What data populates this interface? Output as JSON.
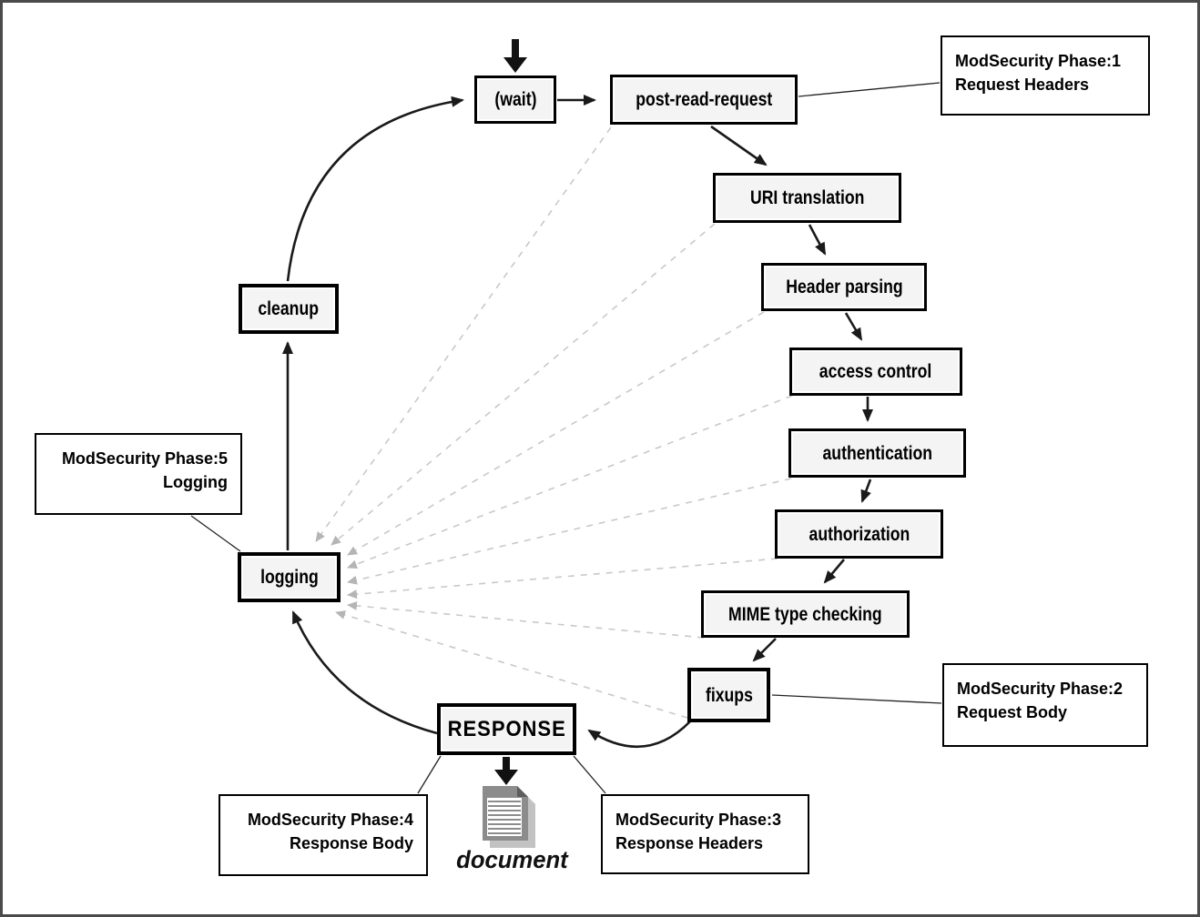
{
  "diagram": {
    "nodes": {
      "wait": {
        "label": "(wait)"
      },
      "post_read": {
        "label": "post-read-request"
      },
      "uri_translation": {
        "label": "URI translation"
      },
      "header_parsing": {
        "label": "Header parsing"
      },
      "access_control": {
        "label": "access control"
      },
      "authentication": {
        "label": "authentication"
      },
      "authorization": {
        "label": "authorization"
      },
      "mime_checking": {
        "label": "MIME type checking"
      },
      "fixups": {
        "label": "fixups"
      },
      "response": {
        "label": "RESPONSE"
      },
      "logging": {
        "label": "logging"
      },
      "cleanup": {
        "label": "cleanup"
      }
    },
    "annotations": {
      "phase1": {
        "line1": "ModSecurity Phase:1",
        "line2": "Request Headers",
        "align": "left",
        "attached_to": "post_read"
      },
      "phase2": {
        "line1": "ModSecurity Phase:2",
        "line2": "Request Body",
        "align": "left",
        "attached_to": "fixups"
      },
      "phase3": {
        "line1": "ModSecurity Phase:3",
        "line2": "Response Headers",
        "align": "left",
        "attached_to": "response"
      },
      "phase4": {
        "line1": "ModSecurity Phase:4",
        "line2": "Response Body",
        "align": "right",
        "attached_to": "response"
      },
      "phase5": {
        "line1": "ModSecurity Phase:5",
        "line2": "Logging",
        "align": "right",
        "attached_to": "logging"
      }
    },
    "document_label": "document",
    "icons": {
      "document": "document-icon",
      "entry_arrow": "down-arrow-icon",
      "output_arrow": "down-arrow-icon"
    },
    "edges": {
      "solid_cycle": [
        {
          "from": "entry",
          "to": "wait"
        },
        {
          "from": "wait",
          "to": "post_read"
        },
        {
          "from": "post_read",
          "to": "uri_translation"
        },
        {
          "from": "uri_translation",
          "to": "header_parsing"
        },
        {
          "from": "header_parsing",
          "to": "access_control"
        },
        {
          "from": "access_control",
          "to": "authentication"
        },
        {
          "from": "authentication",
          "to": "authorization"
        },
        {
          "from": "authorization",
          "to": "mime_checking"
        },
        {
          "from": "mime_checking",
          "to": "fixups"
        },
        {
          "from": "fixups",
          "to": "response"
        },
        {
          "from": "response",
          "to": "logging"
        },
        {
          "from": "logging",
          "to": "cleanup"
        },
        {
          "from": "cleanup",
          "to": "wait"
        },
        {
          "from": "response",
          "to": "document"
        }
      ],
      "dashed_to_logging": [
        "post_read",
        "uri_translation",
        "header_parsing",
        "access_control",
        "authentication",
        "authorization",
        "mime_checking",
        "fixups"
      ],
      "callout_connectors": [
        {
          "from": "post_read",
          "to": "phase1"
        },
        {
          "from": "fixups",
          "to": "phase2"
        },
        {
          "from": "phase5",
          "to": "logging"
        },
        {
          "from": "response",
          "to": "phase4"
        },
        {
          "from": "response",
          "to": "phase3"
        }
      ]
    },
    "colors": {
      "background": "#ffffff",
      "page_border": "#4a4a4a",
      "node_border": "#000000",
      "node_fill": "#f4f4f4",
      "text": "#000000",
      "solid_arrow": "#1a1a1a",
      "dashed_line": "#c9c9c9",
      "dashed_arrowhead": "#b5b5b5",
      "document_page": "#8c8c8c",
      "document_shadow": "#c2c2c2"
    }
  }
}
